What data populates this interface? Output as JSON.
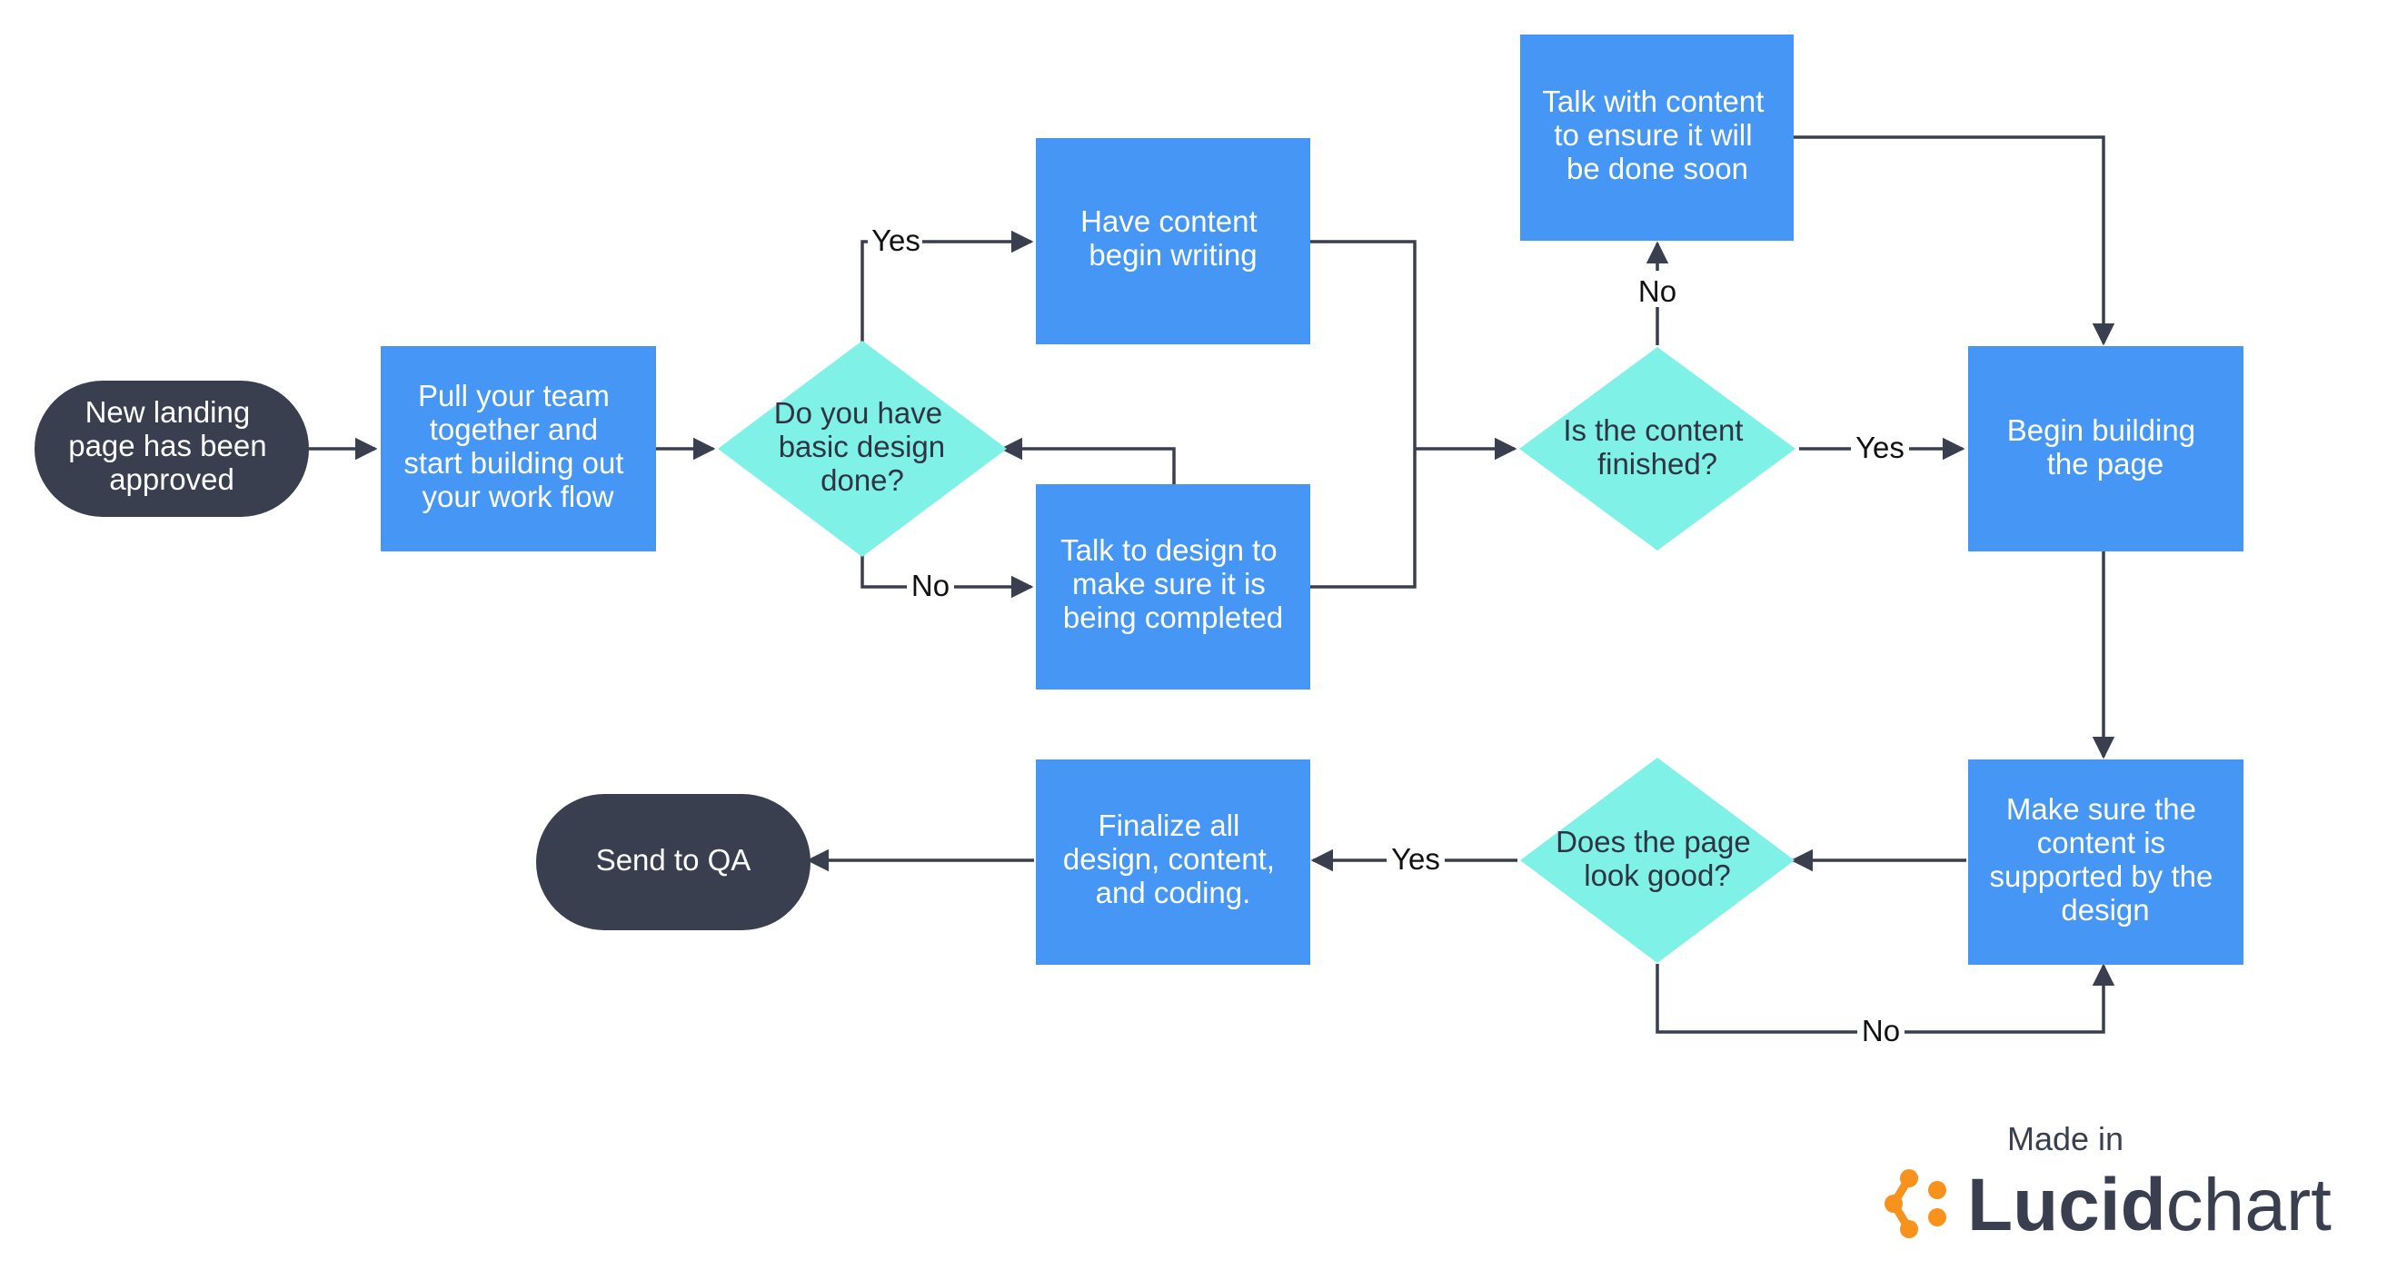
{
  "colors": {
    "terminal": "#3a3f50",
    "process": "#4596f5",
    "decision": "#80f1e6",
    "line": "#3a3f50",
    "brand_orange": "#f7931d",
    "brand_text": "#3a3f50"
  },
  "nodes": {
    "start": {
      "kind": "terminal",
      "lines": [
        "New landing",
        "page has been",
        "approved"
      ]
    },
    "team": {
      "kind": "process",
      "lines": [
        "Pull your team",
        "together and",
        "start building out",
        "your work flow"
      ]
    },
    "design_q": {
      "kind": "decision",
      "lines": [
        "Do you have",
        "basic design",
        "done?"
      ]
    },
    "content": {
      "kind": "process",
      "lines": [
        "Have content",
        "begin writing"
      ]
    },
    "talk_design": {
      "kind": "process",
      "lines": [
        "Talk to design to",
        "make sure it is",
        "being completed"
      ]
    },
    "content_q": {
      "kind": "decision",
      "lines": [
        "Is the content",
        "finished?"
      ]
    },
    "talk_content": {
      "kind": "process",
      "lines": [
        "Talk with content",
        "to ensure it will",
        "be done soon"
      ]
    },
    "build": {
      "kind": "process",
      "lines": [
        "Begin building",
        "the page"
      ]
    },
    "supported": {
      "kind": "process",
      "lines": [
        "Make sure the",
        "content is",
        "supported by the",
        "design"
      ]
    },
    "look_q": {
      "kind": "decision",
      "lines": [
        "Does the page",
        "look good?"
      ]
    },
    "finalize": {
      "kind": "process",
      "lines": [
        "Finalize all",
        "design, content,",
        "and coding."
      ]
    },
    "qa": {
      "kind": "terminal",
      "lines": [
        "Send to QA"
      ]
    }
  },
  "edges": {
    "design_yes": "Yes",
    "design_no": "No",
    "content_no": "No",
    "content_yes": "Yes",
    "look_yes": "Yes",
    "look_no": "No"
  },
  "branding": {
    "made_in": "Made in",
    "brand_a": "Lucid",
    "brand_b": "chart",
    "logo_icon": "lucid-logo-icon"
  }
}
